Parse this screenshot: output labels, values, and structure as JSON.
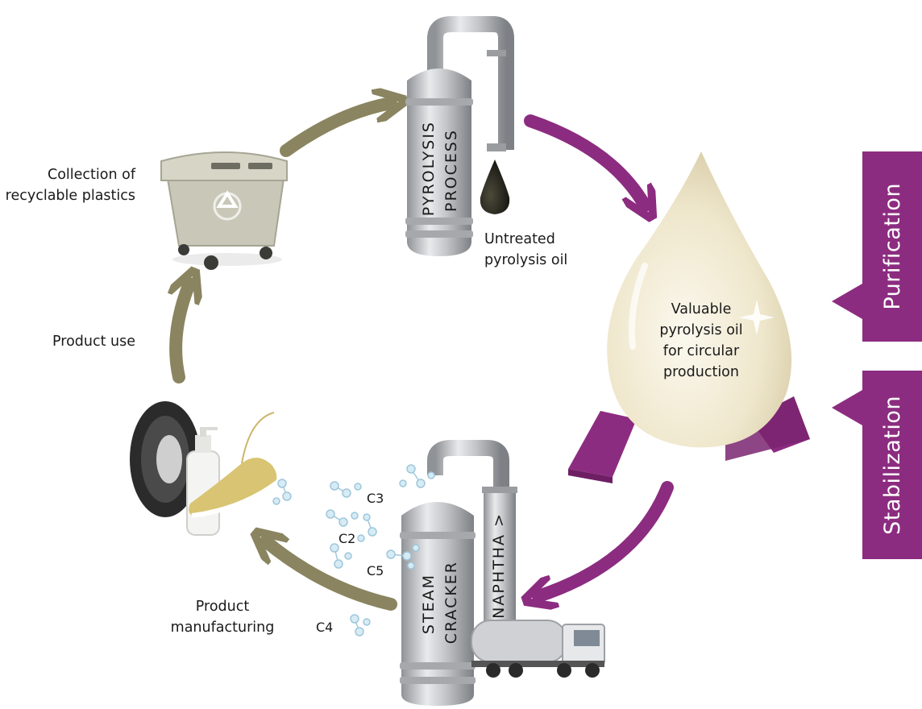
{
  "steps": {
    "collection": "Collection of\nrecyclable plastics",
    "product_use": "Product use",
    "product_manufacturing": "Product\nmanufacturing",
    "untreated_oil": "Untreated\npyrolysis oil",
    "valuable_oil": "Valuable\npyrolysis oil\nfor circular\nproduction"
  },
  "towers": {
    "pyrolysis_line1": "PYROLYSIS",
    "pyrolysis_line2": "PROCESS",
    "steam_line1": "STEAM",
    "steam_line2": "CRACKER",
    "naphtha": "NAPHTHA >"
  },
  "molecules": [
    "C3",
    "C2",
    "C5",
    "C4"
  ],
  "tabs": {
    "purification": "Purification",
    "stabilization": "Stabilization"
  },
  "colors": {
    "accent_purple": "#8c2c80",
    "olive_arrow": "#8a8460",
    "steel": "#b9bbbe",
    "cream_drop": "#f1ead2"
  },
  "icons": [
    "recycle-bin-icon",
    "oil-drop-icon",
    "tire-icon",
    "bottle-icon",
    "sneaker-icon",
    "tanker-truck-icon",
    "molecule-icon"
  ]
}
